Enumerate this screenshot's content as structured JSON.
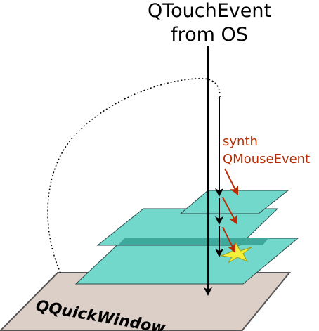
{
  "title": {
    "line1": "QTouchEvent",
    "line2": "from OS"
  },
  "synth_label": {
    "line1": "synth",
    "line2": "QMouseEvent"
  },
  "window_label": "QQuickWindow",
  "colors": {
    "layer_fill": "#72d8cc",
    "layer_stroke": "#2b4a48",
    "layer_overlap": "#3fa89d",
    "window_fill": "#dccfc8",
    "window_stroke": "#555555",
    "touch_arrow": "#000000",
    "mouse_arrow": "#b82d05",
    "synth_text": "#b82d05",
    "spark": "#f4f03a"
  }
}
